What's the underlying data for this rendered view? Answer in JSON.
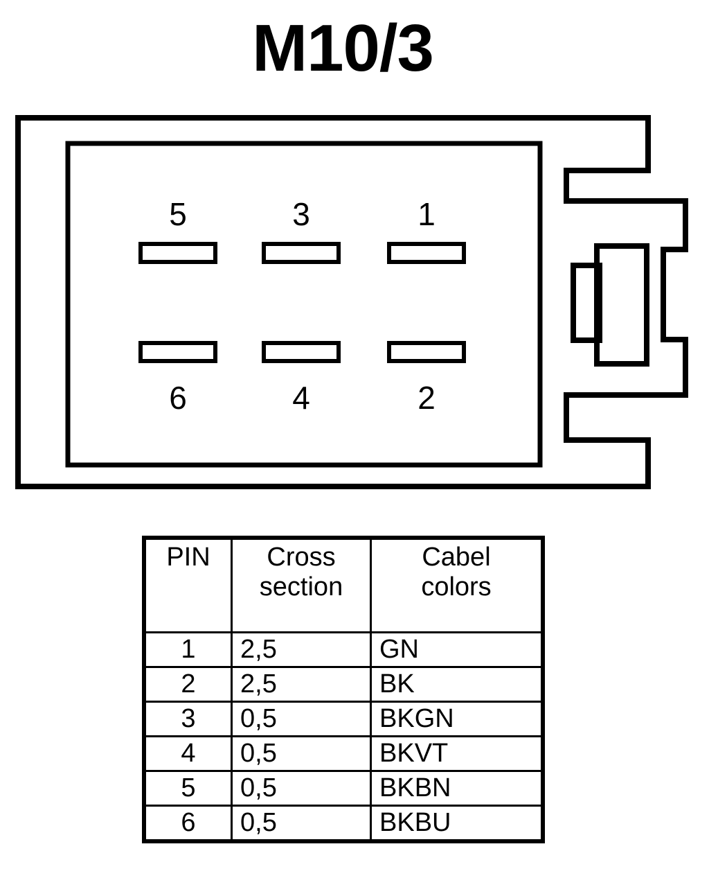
{
  "title": "M10/3",
  "connector": {
    "name": "connector-housing",
    "description": "6-way rectangular connector housing with side latch",
    "pin_rows": {
      "top": [
        "5",
        "3",
        "1"
      ],
      "bottom": [
        "6",
        "4",
        "2"
      ]
    }
  },
  "table": {
    "headers": {
      "pin": [
        "PIN"
      ],
      "cross_section": [
        "Cross",
        "section"
      ],
      "cabel_colors": [
        "Cabel",
        "colors"
      ]
    },
    "rows": [
      {
        "pin": "1",
        "cross_section": "2,5",
        "cabel_color": "GN"
      },
      {
        "pin": "2",
        "cross_section": "2,5",
        "cabel_color": "BK"
      },
      {
        "pin": "3",
        "cross_section": "0,5",
        "cabel_color": "BKGN"
      },
      {
        "pin": "4",
        "cross_section": "0,5",
        "cabel_color": "BKVT"
      },
      {
        "pin": "5",
        "cross_section": "0,5",
        "cabel_color": "BKBN"
      },
      {
        "pin": "6",
        "cross_section": "0,5",
        "cabel_color": "BKBU"
      }
    ]
  },
  "colors": {
    "line": "#000000",
    "background": "#ffffff"
  }
}
